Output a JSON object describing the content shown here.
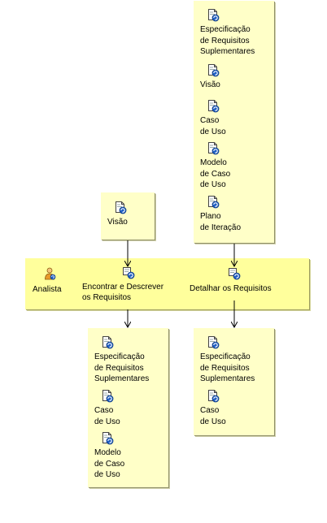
{
  "input_top": {
    "artifacts": [
      {
        "label": "Especificação\nde Requisitos\nSuplementares",
        "icon": "document-icon"
      },
      {
        "label": "Visão",
        "icon": "document-icon"
      },
      {
        "label": "Caso\nde Uso",
        "icon": "document-icon"
      },
      {
        "label": "Modelo\nde Caso\nde Uso",
        "icon": "document-icon"
      },
      {
        "label": "Plano\nde Iteração",
        "icon": "document-icon"
      }
    ]
  },
  "input_left": {
    "artifacts": [
      {
        "label": "Visão",
        "icon": "document-icon"
      }
    ]
  },
  "lane": {
    "role": {
      "label": "Analista",
      "icon": "worker-role-icon"
    },
    "tasks": [
      {
        "label": "Encontrar e Descrever\nos Requisitos",
        "icon": "task-icon"
      },
      {
        "label": "Detalhar os Requisitos",
        "icon": "task-icon"
      }
    ]
  },
  "output_left": {
    "artifacts": [
      {
        "label": "Especificação\nde Requisitos\nSuplementares",
        "icon": "document-icon"
      },
      {
        "label": "Caso\nde Uso",
        "icon": "document-icon"
      },
      {
        "label": "Modelo\nde Caso\nde Uso",
        "icon": "document-icon"
      }
    ]
  },
  "output_right": {
    "artifacts": [
      {
        "label": "Especificação\nde Requisitos\nSuplementares",
        "icon": "document-icon"
      },
      {
        "label": "Caso\nde Uso",
        "icon": "document-icon"
      }
    ]
  },
  "colors": {
    "artifact_box": "#ffffc8",
    "lane": "#ffff9c",
    "icon_blue": "#1f5fc4",
    "role_orange": "#e89b2a"
  }
}
